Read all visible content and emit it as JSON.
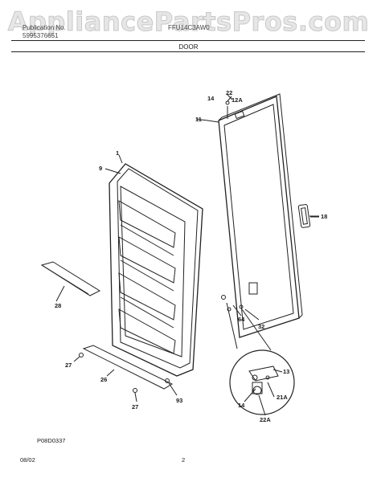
{
  "header": {
    "watermark": "AppliancePartsPros.com",
    "left_line1": "Publication No.",
    "left_line2": "5995376651",
    "model": "FFU14C3AW0",
    "section_title": "DOOR"
  },
  "callouts": {
    "c1": "1",
    "c9": "9",
    "c14_top": "14",
    "c22_top": "22",
    "c12A": "12A",
    "c11": "11",
    "c18": "18",
    "c28": "28",
    "c64": "64",
    "c32": "32",
    "c13": "13",
    "c27a": "27",
    "c26": "26",
    "c93": "93",
    "c27b": "27",
    "c14_detail": "14",
    "c21A": "21A",
    "c22A": "22A"
  },
  "footer": {
    "drawing_id": "P08D0337",
    "date": "08/02",
    "page": "2"
  }
}
